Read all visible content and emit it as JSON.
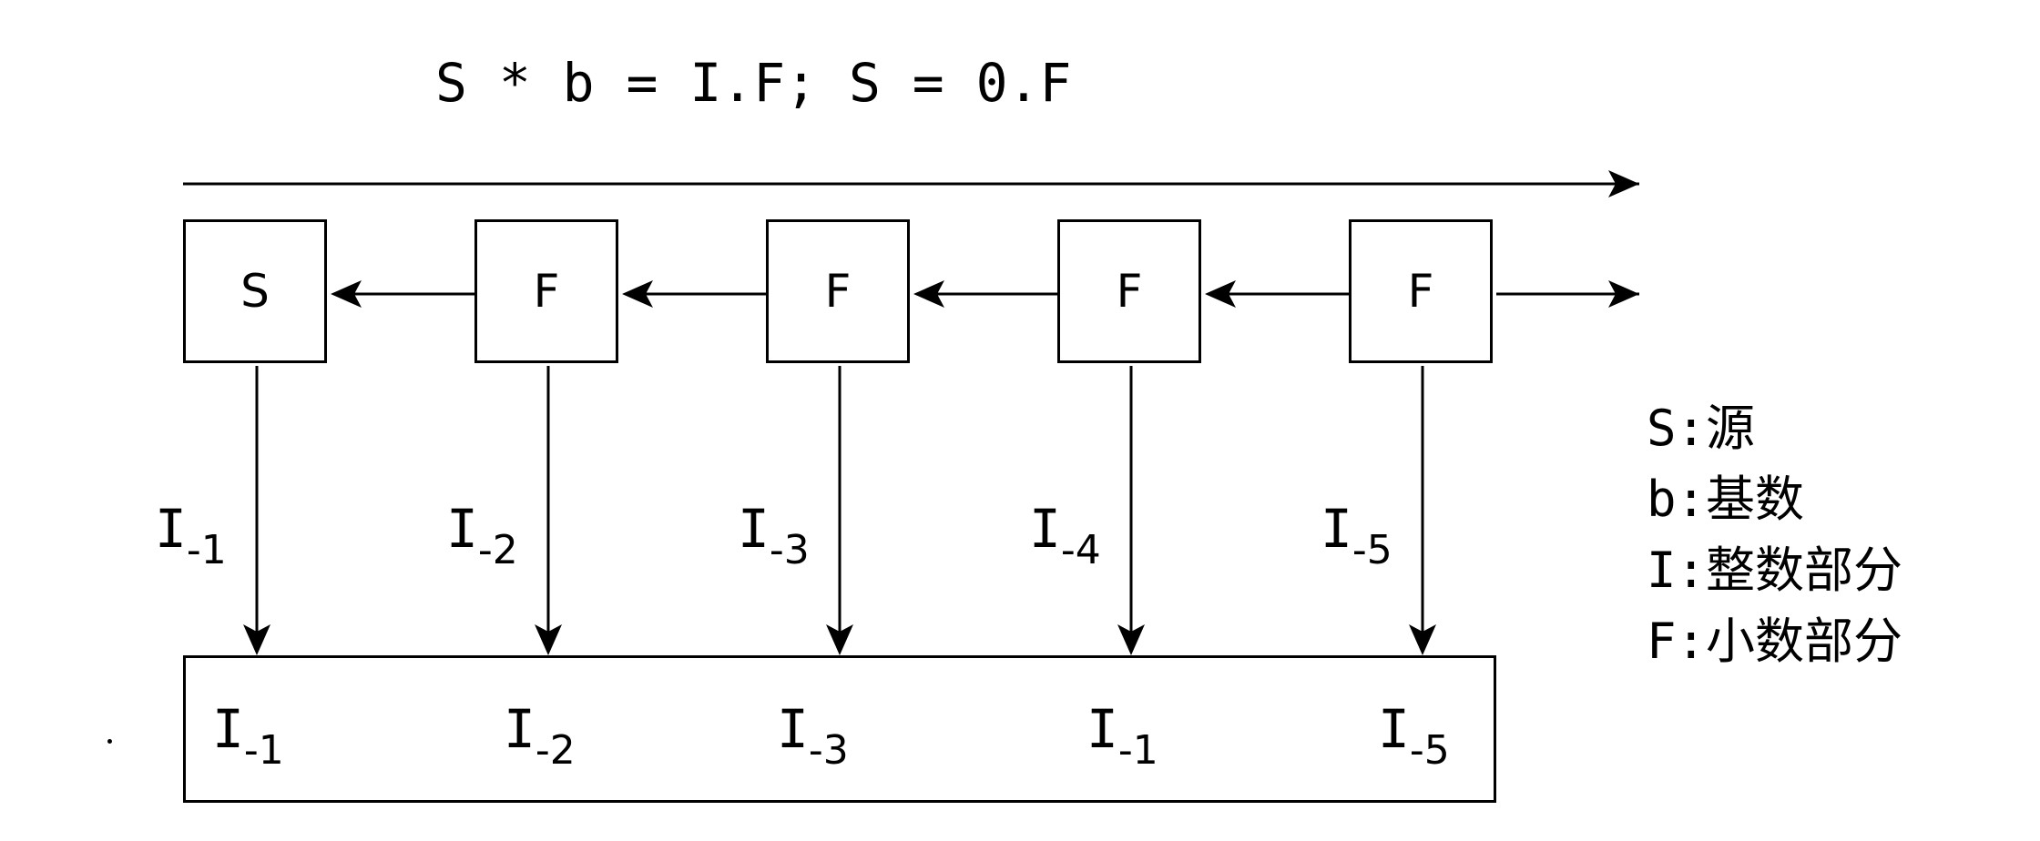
{
  "formula": "S * b = I.F; S = 0.F",
  "chain": [
    {
      "label": "S",
      "down_base": "I",
      "down_sub": "-1"
    },
    {
      "label": "F",
      "down_base": "I",
      "down_sub": "-2"
    },
    {
      "label": "F",
      "down_base": "I",
      "down_sub": "-3"
    },
    {
      "label": "F",
      "down_base": "I",
      "down_sub": "-4"
    },
    {
      "label": "F",
      "down_base": "I",
      "down_sub": "-5"
    }
  ],
  "output": [
    {
      "base": "I",
      "sub": "-1"
    },
    {
      "base": "I",
      "sub": "-2"
    },
    {
      "base": "I",
      "sub": "-3"
    },
    {
      "base": "I",
      "sub": "-1"
    },
    {
      "base": "I",
      "sub": "-5"
    }
  ],
  "legend": [
    {
      "key": "S",
      "sep": ":",
      "def": "源"
    },
    {
      "key": "b",
      "sep": ":",
      "def": "基数"
    },
    {
      "key": "I",
      "sep": ":",
      "def": "整数部分"
    },
    {
      "key": "F",
      "sep": ":",
      "def": "小数部分"
    }
  ],
  "outside_mark": "."
}
